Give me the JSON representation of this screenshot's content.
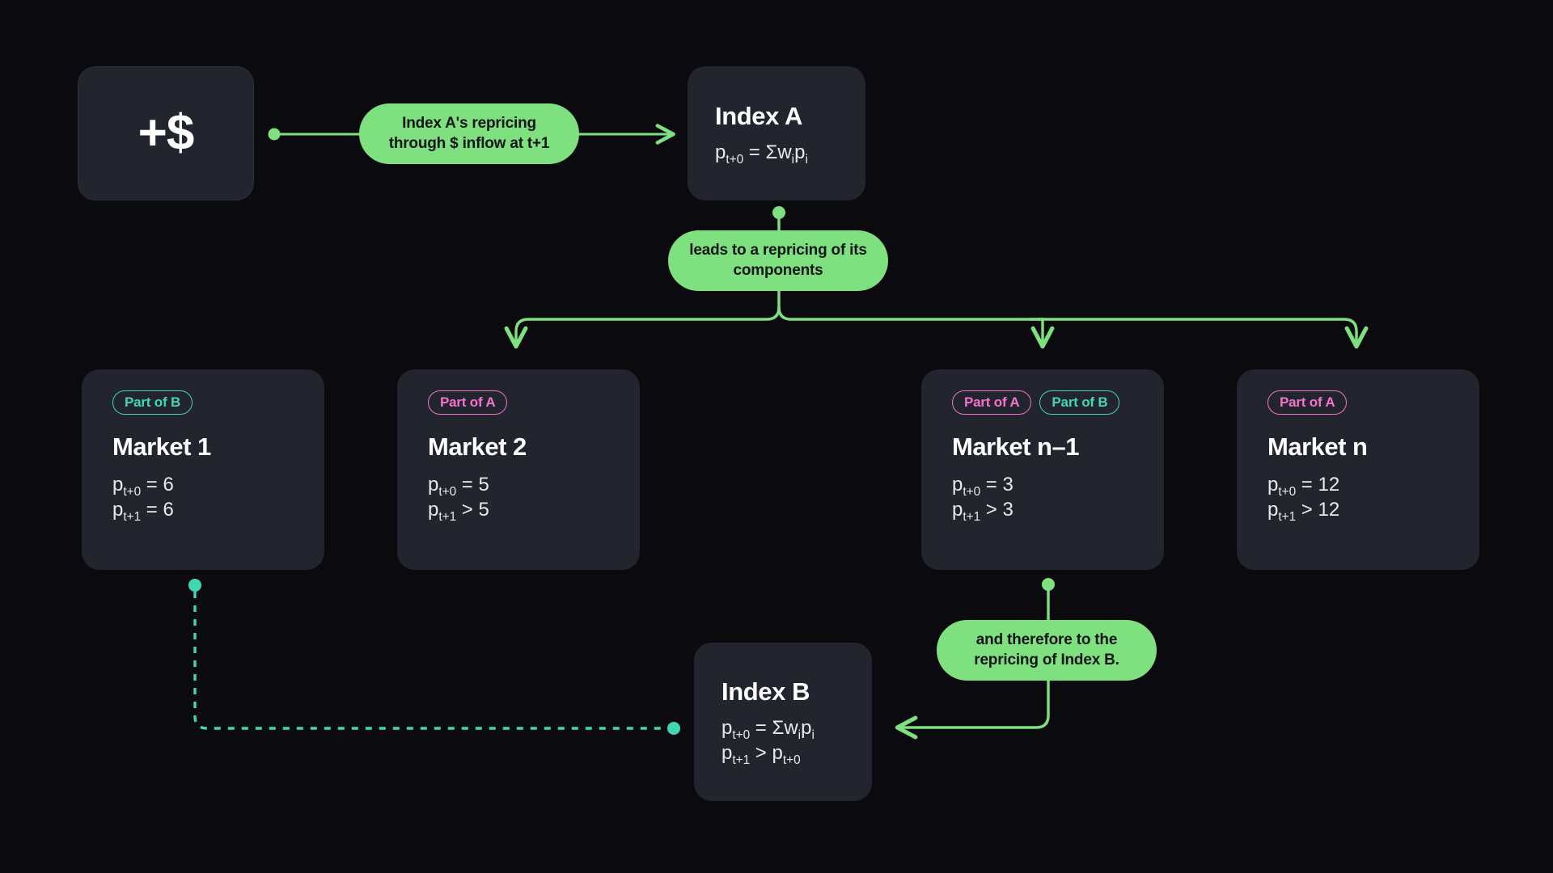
{
  "canvas": {
    "background": "#0b0b0f",
    "card_fill": "#22252e",
    "accent_green": "#7ee07f",
    "accent_teal": "#3fd8b4",
    "accent_pink": "#f472d0",
    "text_primary": "#ffffff"
  },
  "source": {
    "glyph": "+$",
    "icon_name": "dollar-inflow"
  },
  "index_a": {
    "title": "Index A",
    "formulas": [
      "pₜ₊₀ = Σwᵢpᵢ"
    ],
    "formula_parts": [
      {
        "base": "p",
        "sub": "t+0",
        "rest": " = Σw",
        "sub2": "i",
        "rest2": "p",
        "sub3": "i"
      }
    ]
  },
  "index_b": {
    "title": "Index B",
    "line1": {
      "lead": "p",
      "sub": "t+0",
      "mid": " = Σw",
      "sub2": "i",
      "tail": "p",
      "sub3": "i"
    },
    "line2": {
      "lead": "p",
      "sub": "t+1",
      "mid": " > p",
      "sub2": "t+0"
    }
  },
  "labels": {
    "inflow": "Index A's repricing through $ inflow at t+1",
    "leads": "leads to a repricing of its components",
    "therefore": "and therefore to the repricing of Index B."
  },
  "badge_text": {
    "part_of_a": "Part of A",
    "part_of_b": "Part of B"
  },
  "markets": [
    {
      "id": "market-1",
      "title": "Market 1",
      "badges": [
        "Part of B"
      ],
      "badge_kinds": [
        "b"
      ],
      "p_t0_label": "p",
      "p_t0_sub": "t+0",
      "p_t0_value": " = 6",
      "p_t1_label": "p",
      "p_t1_sub": "t+1",
      "p_t1_value": " = 6"
    },
    {
      "id": "market-2",
      "title": "Market 2",
      "badges": [
        "Part of A"
      ],
      "badge_kinds": [
        "a"
      ],
      "p_t0_label": "p",
      "p_t0_sub": "t+0",
      "p_t0_value": " = 5",
      "p_t1_label": "p",
      "p_t1_sub": "t+1",
      "p_t1_value": " > 5"
    },
    {
      "id": "market-n-1",
      "title": "Market n–1",
      "badges": [
        "Part of A",
        "Part of B"
      ],
      "badge_kinds": [
        "a",
        "b"
      ],
      "p_t0_label": "p",
      "p_t0_sub": "t+0",
      "p_t0_value": " = 3",
      "p_t1_label": "p",
      "p_t1_sub": "t+1",
      "p_t1_value": " > 3"
    },
    {
      "id": "market-n",
      "title": "Market n",
      "badges": [
        "Part of A"
      ],
      "badge_kinds": [
        "a"
      ],
      "p_t0_label": "p",
      "p_t0_sub": "t+0",
      "p_t0_value": " = 12",
      "p_t1_label": "p",
      "p_t1_sub": "t+1",
      "p_t1_value": " > 12"
    }
  ],
  "connectors": [
    {
      "name": "money-to-index-a",
      "style": "solid",
      "color": "#7ee07f",
      "has_start_dot": true,
      "has_arrow": true
    },
    {
      "name": "index-a-to-leads",
      "style": "solid",
      "color": "#7ee07f",
      "has_start_dot": true,
      "has_arrow": false
    },
    {
      "name": "leads-to-markets",
      "style": "solid",
      "color": "#7ee07f",
      "has_start_dot": false,
      "has_arrow": true,
      "branches": 3
    },
    {
      "name": "market-n-1-to-index-b",
      "style": "solid",
      "color": "#7ee07f",
      "has_start_dot": true,
      "has_arrow": true
    },
    {
      "name": "market-1-to-index-b",
      "style": "dashed",
      "color": "#3fd8b4",
      "has_start_dot": true,
      "has_arrow": false,
      "has_end_dot": true
    }
  ]
}
